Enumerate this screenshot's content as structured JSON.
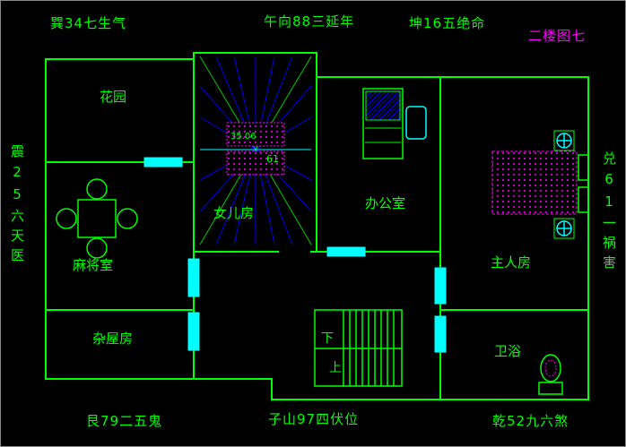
{
  "title": "二楼图七",
  "compass": {
    "top_left": "巽34七生气",
    "top_center": "午向88三延年",
    "top_right": "坤16五绝命",
    "left": "震25六天医",
    "right": "兑61一祸害",
    "bottom_left": "艮79二五鬼",
    "bottom_center": "子山97四伏位",
    "bottom_right": "乾52九六煞"
  },
  "rooms": {
    "garden": "花园",
    "mahjong": "麻将室",
    "storage": "杂屋房",
    "daughter": "女儿房",
    "office": "办公室",
    "master": "主人房",
    "bath": "卫浴"
  },
  "stairs": {
    "down": "下",
    "up": "上"
  },
  "annotations": {
    "angle": "35.06",
    "center_number": "61"
  },
  "colors": {
    "background": "#000000",
    "wall": "#00ff00",
    "door": "#00ffff",
    "highlight": "#ff00ff",
    "ray": "#0000ff"
  }
}
